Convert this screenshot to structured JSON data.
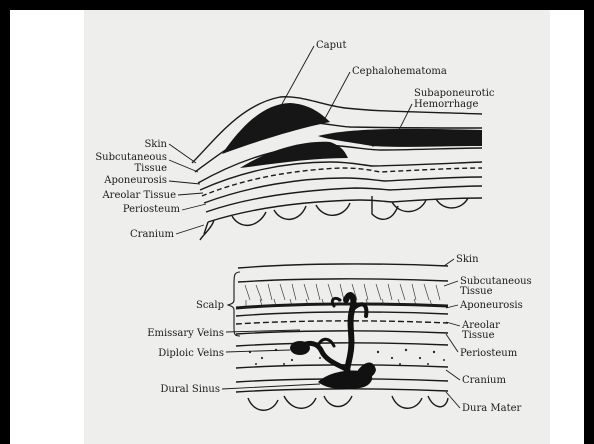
{
  "figure_top": {
    "labels": {
      "caput": "Caput",
      "cephalohematoma": "Cephalohematoma",
      "subaponeurotic_1": "Subaponeurotic",
      "subaponeurotic_2": "Hemorrhage",
      "skin": "Skin",
      "subcutaneous_1": "Subcutaneous",
      "subcutaneous_2": "Tissue",
      "aponeurosis": "Aponeurosis",
      "areolar": "Areolar Tissue",
      "periosteum": "Periosteum",
      "cranium": "Cranium"
    }
  },
  "figure_bottom": {
    "labels": {
      "scalp": "Scalp",
      "emissary_veins": "Emissary Veins",
      "diploic_veins": "Diploic Veins",
      "dural_sinus": "Dural Sinus",
      "skin": "Skin",
      "subcutaneous_1": "Subcutaneous",
      "subcutaneous_2": "Tissue",
      "aponeurosis": "Aponeurosis",
      "areolar_1": "Areolar",
      "areolar_2": "Tissue",
      "periosteum": "Periosteum",
      "cranium": "Cranium",
      "dura_mater": "Dura Mater"
    }
  },
  "colors": {
    "frame": "#000000",
    "panel": "#ffffff",
    "plate": "#eeeeec",
    "ink": "#1a1a1a"
  }
}
